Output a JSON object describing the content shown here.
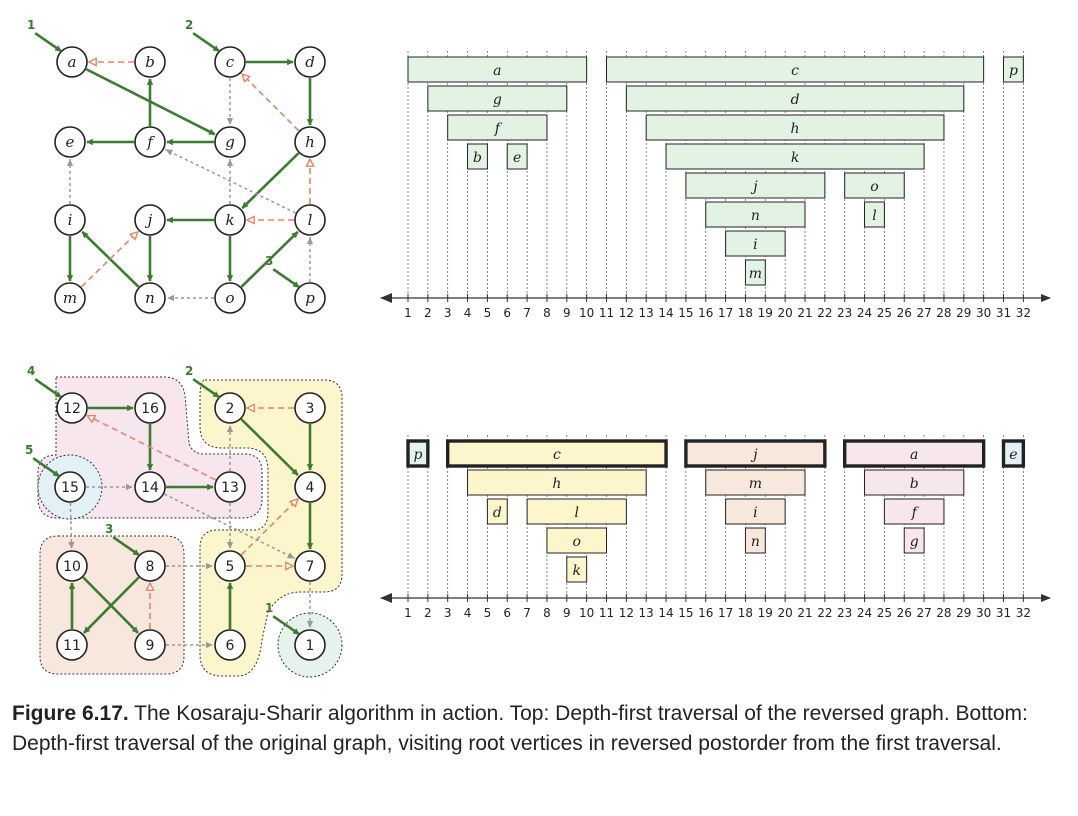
{
  "colors": {
    "tree_edge": "#3d7a32",
    "back_edge": "#e0866a",
    "other_edge": "#999999",
    "interval_green": "#e2f2e3",
    "scc_yellow": "#fdf6cc",
    "scc_orange": "#f8e7dc",
    "scc_pink": "#f8e6ef",
    "scc_blue": "#e3f1f6",
    "scc_mint": "#e6f3ec"
  },
  "top_graph": {
    "nodes": [
      {
        "id": "a",
        "label": "a"
      },
      {
        "id": "b",
        "label": "b"
      },
      {
        "id": "c",
        "label": "c"
      },
      {
        "id": "d",
        "label": "d"
      },
      {
        "id": "e",
        "label": "e"
      },
      {
        "id": "f",
        "label": "f"
      },
      {
        "id": "g",
        "label": "g"
      },
      {
        "id": "h",
        "label": "h"
      },
      {
        "id": "i",
        "label": "i"
      },
      {
        "id": "j",
        "label": "j"
      },
      {
        "id": "k",
        "label": "k"
      },
      {
        "id": "l",
        "label": "l"
      },
      {
        "id": "m",
        "label": "m"
      },
      {
        "id": "n",
        "label": "n"
      },
      {
        "id": "o",
        "label": "o"
      },
      {
        "id": "p",
        "label": "p"
      }
    ],
    "edges": [
      {
        "from": "a",
        "to": "g",
        "kind": "tree"
      },
      {
        "from": "g",
        "to": "f",
        "kind": "tree"
      },
      {
        "from": "f",
        "to": "b",
        "kind": "tree"
      },
      {
        "from": "f",
        "to": "e",
        "kind": "tree"
      },
      {
        "from": "b",
        "to": "a",
        "kind": "back"
      },
      {
        "from": "c",
        "to": "d",
        "kind": "tree"
      },
      {
        "from": "d",
        "to": "h",
        "kind": "tree"
      },
      {
        "from": "h",
        "to": "k",
        "kind": "tree"
      },
      {
        "from": "k",
        "to": "j",
        "kind": "tree"
      },
      {
        "from": "j",
        "to": "n",
        "kind": "tree"
      },
      {
        "from": "n",
        "to": "i",
        "kind": "tree"
      },
      {
        "from": "i",
        "to": "m",
        "kind": "tree"
      },
      {
        "from": "k",
        "to": "o",
        "kind": "tree"
      },
      {
        "from": "o",
        "to": "l",
        "kind": "tree"
      },
      {
        "from": "h",
        "to": "c",
        "kind": "back"
      },
      {
        "from": "l",
        "to": "h",
        "kind": "back"
      },
      {
        "from": "l",
        "to": "k",
        "kind": "back"
      },
      {
        "from": "m",
        "to": "j",
        "kind": "back"
      },
      {
        "from": "c",
        "to": "g",
        "kind": "other"
      },
      {
        "from": "i",
        "to": "e",
        "kind": "other"
      },
      {
        "from": "k",
        "to": "g",
        "kind": "other"
      },
      {
        "from": "l",
        "to": "f",
        "kind": "other"
      },
      {
        "from": "o",
        "to": "n",
        "kind": "other"
      },
      {
        "from": "p",
        "to": "l",
        "kind": "other"
      }
    ],
    "roots": [
      {
        "node": "a",
        "label": "1"
      },
      {
        "node": "c",
        "label": "2"
      },
      {
        "node": "p",
        "label": "3"
      }
    ]
  },
  "bottom_graph": {
    "nodes": [
      {
        "id": "n12",
        "label": "12",
        "bold": true
      },
      {
        "id": "n16",
        "label": "16",
        "bold": false
      },
      {
        "id": "n2",
        "label": "2",
        "bold": true
      },
      {
        "id": "n3",
        "label": "3",
        "bold": false
      },
      {
        "id": "n15",
        "label": "15",
        "bold": true
      },
      {
        "id": "n14",
        "label": "14",
        "bold": false
      },
      {
        "id": "n13",
        "label": "13",
        "bold": false
      },
      {
        "id": "n4",
        "label": "4",
        "bold": false
      },
      {
        "id": "n10",
        "label": "10",
        "bold": false
      },
      {
        "id": "n8",
        "label": "8",
        "bold": true
      },
      {
        "id": "n5",
        "label": "5",
        "bold": false
      },
      {
        "id": "n7",
        "label": "7",
        "bold": false
      },
      {
        "id": "n11",
        "label": "11",
        "bold": false
      },
      {
        "id": "n9",
        "label": "9",
        "bold": false
      },
      {
        "id": "n6",
        "label": "6",
        "bold": false
      },
      {
        "id": "n1",
        "label": "1",
        "bold": true
      }
    ],
    "edges": [
      {
        "from": "n12",
        "to": "n16",
        "kind": "tree"
      },
      {
        "from": "n16",
        "to": "n14",
        "kind": "tree"
      },
      {
        "from": "n14",
        "to": "n13",
        "kind": "tree"
      },
      {
        "from": "n13",
        "to": "n12",
        "kind": "back"
      },
      {
        "from": "n2",
        "to": "n4",
        "kind": "tree"
      },
      {
        "from": "n4",
        "to": "n7",
        "kind": "tree"
      },
      {
        "from": "n3",
        "to": "n4",
        "kind": "tree"
      },
      {
        "from": "n6",
        "to": "n5",
        "kind": "tree"
      },
      {
        "from": "n5",
        "to": "n7",
        "kind": "back"
      },
      {
        "from": "n5",
        "to": "n4",
        "kind": "back"
      },
      {
        "from": "n3",
        "to": "n2",
        "kind": "back"
      },
      {
        "from": "n8",
        "to": "n11",
        "kind": "tree"
      },
      {
        "from": "n11",
        "to": "n10",
        "kind": "tree"
      },
      {
        "from": "n10",
        "to": "n9",
        "kind": "tree"
      },
      {
        "from": "n9",
        "to": "n8",
        "kind": "back"
      },
      {
        "from": "n15",
        "to": "n14",
        "kind": "other"
      },
      {
        "from": "n15",
        "to": "n10",
        "kind": "other"
      },
      {
        "from": "n13",
        "to": "n2",
        "kind": "other"
      },
      {
        "from": "n13",
        "to": "n5",
        "kind": "other"
      },
      {
        "from": "n14",
        "to": "n7",
        "kind": "other"
      },
      {
        "from": "n8",
        "to": "n5",
        "kind": "other"
      },
      {
        "from": "n9",
        "to": "n6",
        "kind": "other"
      },
      {
        "from": "n7",
        "to": "n1",
        "kind": "other"
      }
    ],
    "roots": [
      {
        "node": "n12",
        "label": "4"
      },
      {
        "node": "n2",
        "label": "2"
      },
      {
        "node": "n15",
        "label": "5"
      },
      {
        "node": "n8",
        "label": "3"
      },
      {
        "node": "n1",
        "label": "1"
      }
    ],
    "components": [
      {
        "members": [
          "n12",
          "n16",
          "n14",
          "n13"
        ],
        "color": "scc_pink"
      },
      {
        "members": [
          "n2",
          "n3",
          "n4",
          "n7",
          "n5",
          "n6"
        ],
        "color": "scc_yellow"
      },
      {
        "members": [
          "n10",
          "n8",
          "n11",
          "n9"
        ],
        "color": "scc_orange"
      },
      {
        "members": [
          "n15"
        ],
        "color": "scc_blue"
      },
      {
        "members": [
          "n1"
        ],
        "color": "scc_mint"
      }
    ]
  },
  "top_timeline": {
    "intervals": [
      {
        "label": "a",
        "start": 1,
        "end": 10,
        "depth": 0
      },
      {
        "label": "g",
        "start": 2,
        "end": 9,
        "depth": 1
      },
      {
        "label": "f",
        "start": 3,
        "end": 8,
        "depth": 2
      },
      {
        "label": "b",
        "start": 4,
        "end": 5,
        "depth": 3
      },
      {
        "label": "e",
        "start": 6,
        "end": 7,
        "depth": 3
      },
      {
        "label": "c",
        "start": 11,
        "end": 30,
        "depth": 0
      },
      {
        "label": "d",
        "start": 12,
        "end": 29,
        "depth": 1
      },
      {
        "label": "h",
        "start": 13,
        "end": 28,
        "depth": 2
      },
      {
        "label": "k",
        "start": 14,
        "end": 27,
        "depth": 3
      },
      {
        "label": "j",
        "start": 15,
        "end": 22,
        "depth": 4
      },
      {
        "label": "n",
        "start": 16,
        "end": 21,
        "depth": 5
      },
      {
        "label": "i",
        "start": 17,
        "end": 20,
        "depth": 6
      },
      {
        "label": "m",
        "start": 18,
        "end": 19,
        "depth": 7
      },
      {
        "label": "o",
        "start": 23,
        "end": 26,
        "depth": 4
      },
      {
        "label": "l",
        "start": 24,
        "end": 25,
        "depth": 5
      },
      {
        "label": "p",
        "start": 31,
        "end": 32,
        "depth": 0
      }
    ]
  },
  "bottom_timeline": {
    "intervals": [
      {
        "label": "p",
        "start": 1,
        "end": 2,
        "depth": 0,
        "color": "scc_mint",
        "bold": true
      },
      {
        "label": "c",
        "start": 3,
        "end": 14,
        "depth": 0,
        "color": "scc_yellow",
        "bold": true
      },
      {
        "label": "h",
        "start": 4,
        "end": 13,
        "depth": 1,
        "color": "scc_yellow",
        "bold": false
      },
      {
        "label": "d",
        "start": 5,
        "end": 6,
        "depth": 2,
        "color": "scc_yellow",
        "bold": false
      },
      {
        "label": "l",
        "start": 7,
        "end": 12,
        "depth": 2,
        "color": "scc_yellow",
        "bold": false
      },
      {
        "label": "o",
        "start": 8,
        "end": 11,
        "depth": 3,
        "color": "scc_yellow",
        "bold": false
      },
      {
        "label": "k",
        "start": 9,
        "end": 10,
        "depth": 4,
        "color": "scc_yellow",
        "bold": false
      },
      {
        "label": "j",
        "start": 15,
        "end": 22,
        "depth": 0,
        "color": "scc_orange",
        "bold": true
      },
      {
        "label": "m",
        "start": 16,
        "end": 21,
        "depth": 1,
        "color": "scc_orange",
        "bold": false
      },
      {
        "label": "i",
        "start": 17,
        "end": 20,
        "depth": 2,
        "color": "scc_orange",
        "bold": false
      },
      {
        "label": "n",
        "start": 18,
        "end": 19,
        "depth": 3,
        "color": "scc_orange",
        "bold": false
      },
      {
        "label": "a",
        "start": 23,
        "end": 30,
        "depth": 0,
        "color": "scc_pink",
        "bold": true
      },
      {
        "label": "b",
        "start": 24,
        "end": 29,
        "depth": 1,
        "color": "scc_pink",
        "bold": false
      },
      {
        "label": "f",
        "start": 25,
        "end": 28,
        "depth": 2,
        "color": "scc_pink",
        "bold": false
      },
      {
        "label": "g",
        "start": 26,
        "end": 27,
        "depth": 3,
        "color": "scc_pink",
        "bold": false
      },
      {
        "label": "e",
        "start": 31,
        "end": 32,
        "depth": 0,
        "color": "scc_blue",
        "bold": true
      }
    ]
  },
  "axis": {
    "ticks": [
      "1",
      "2",
      "3",
      "4",
      "5",
      "6",
      "7",
      "8",
      "9",
      "10",
      "11",
      "12",
      "13",
      "14",
      "15",
      "16",
      "17",
      "18",
      "19",
      "20",
      "21",
      "22",
      "23",
      "24",
      "25",
      "26",
      "27",
      "28",
      "29",
      "30",
      "31",
      "32"
    ]
  },
  "caption": {
    "label": "Figure 6.17.",
    "text": " The Kosaraju-Sharir algorithm in action. Top: Depth-first traversal of the reversed graph. Bottom: Depth-first traversal of the original graph, visiting root vertices in reversed postorder from the first traversal."
  }
}
